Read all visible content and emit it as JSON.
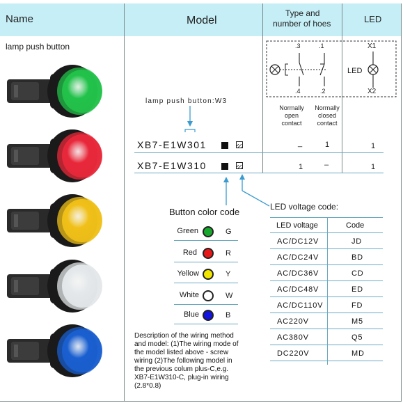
{
  "header": {
    "name": "Name",
    "model": "Model",
    "type_line1": "Type and",
    "type_line2": "number of hoes",
    "led": "LED"
  },
  "left": {
    "product_label": "lamp push button"
  },
  "lamps": [
    {
      "name": "green",
      "color": "#22c24a"
    },
    {
      "name": "red",
      "color": "#e8283a"
    },
    {
      "name": "yellow",
      "color": "#f0c018"
    },
    {
      "name": "white",
      "color": "#e4e8ea"
    },
    {
      "name": "blue",
      "color": "#1a5fd0"
    }
  ],
  "model": {
    "code_label": "lamp push button:W3",
    "rows": [
      {
        "code": "XB7-E1W301",
        "no": "_",
        "nc": "1",
        "led": "1"
      },
      {
        "code": "XB7-E1W310",
        "no": "1",
        "nc": "–",
        "led": "1"
      }
    ]
  },
  "diagram": {
    "t3": ".3",
    "t1": ".1",
    "t4": ".4",
    "t2": ".2",
    "x1": "X1",
    "x2": "X2",
    "led_label": "LED"
  },
  "contact": {
    "no": [
      "Normally",
      "open",
      "contact"
    ],
    "nc": [
      "Normally",
      "closed",
      "contact"
    ]
  },
  "button_color": {
    "title": "Button color code",
    "items": [
      {
        "name": "Green",
        "code": "G",
        "color": "#18a82e"
      },
      {
        "name": "Red",
        "code": "R",
        "color": "#e81818"
      },
      {
        "name": "Yellow",
        "code": "Y",
        "color": "#f2e600"
      },
      {
        "name": "White",
        "code": "W",
        "color": "#ffffff"
      },
      {
        "name": "Blue",
        "code": "B",
        "color": "#1414e0"
      }
    ]
  },
  "led_voltage": {
    "title": "LED voltage code:",
    "col1": "LED voltage",
    "col2": "Code",
    "rows": [
      {
        "v": "AC/DC12V",
        "c": "JD"
      },
      {
        "v": "AC/DC24V",
        "c": "BD"
      },
      {
        "v": "AC/DC36V",
        "c": "CD"
      },
      {
        "v": "AC/DC48V",
        "c": "ED"
      },
      {
        "v": "AC/DC110V",
        "c": "FD"
      },
      {
        "v": "AC220V",
        "c": "M5"
      },
      {
        "v": "AC380V",
        "c": "Q5"
      },
      {
        "v": "DC220V",
        "c": "MD"
      }
    ]
  },
  "description": {
    "lines": [
      "Description of the wiring method",
      "and model: (1)The wiring mode of",
      "the model listed above - screw",
      "wiring  (2)The following model in",
      "the previous colum plus-C,e.g.",
      "XB7-E1W310-C, plug-in wiring",
      "(2.8*0.8)"
    ]
  }
}
